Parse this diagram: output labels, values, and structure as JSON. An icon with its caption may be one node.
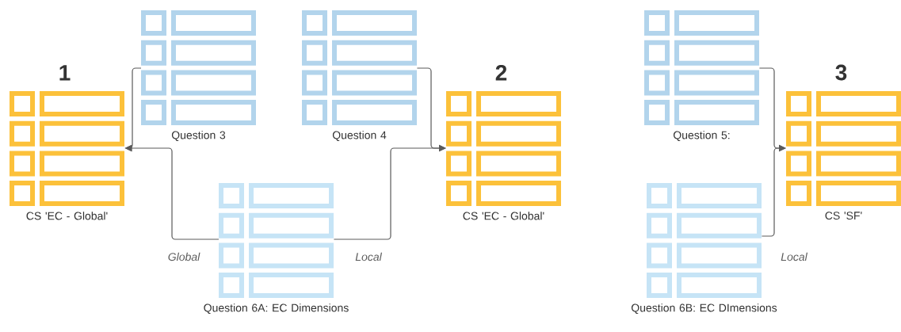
{
  "diagram": {
    "nodes": [
      {
        "text": [
          "1",
          "CS 'EC - Global'"
        ]
      },
      {
        "text": [
          "Question 3"
        ]
      },
      {
        "text": [
          "Question 4"
        ]
      },
      {
        "text": [
          "2",
          "CS 'EC - Global'"
        ]
      },
      {
        "text": [
          "Question 6A: EC Dimensions"
        ]
      },
      {
        "text": [
          "Question 5:"
        ]
      },
      {
        "text": [
          "Question 6B: EC DImensions"
        ]
      },
      {
        "text": [
          "3",
          "CS 'SF'"
        ]
      }
    ],
    "edges": [
      {
        "from": 1,
        "to": 0,
        "arrow": "to"
      },
      {
        "from": 4,
        "to": 0,
        "arrow": "to",
        "label": "Global"
      },
      {
        "from": 2,
        "to": 3,
        "arrow": "to"
      },
      {
        "from": 4,
        "to": 3,
        "arrow": "to",
        "label": "Local"
      },
      {
        "from": 5,
        "to": 7,
        "arrow": "to"
      },
      {
        "from": 6,
        "to": 7,
        "arrow": "to",
        "label": "Local"
      }
    ]
  }
}
